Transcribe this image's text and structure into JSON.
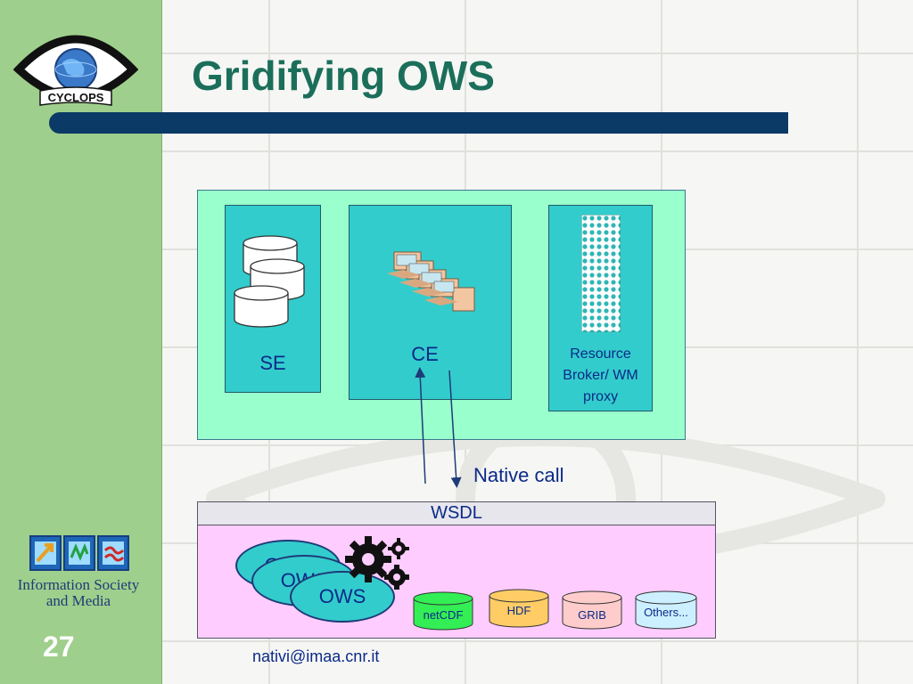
{
  "slide": {
    "title": "Gridifying OWS",
    "number": "27",
    "footer_email": "nativi@imaa.cnr.it",
    "logo_top_text": "CYCLOPS",
    "logo_bottom_line1": "Information Society",
    "logo_bottom_line2": "and Media"
  },
  "diagram": {
    "se_label": "SE",
    "ce_label": "CE",
    "rb_label_line1": "Resource",
    "rb_label_line2": "Broker/ WM",
    "rb_label_line3": "proxy",
    "native_call": "Native call",
    "wsdl": "WSDL",
    "ows_labels": [
      "OWS",
      "OWS",
      "OWS"
    ],
    "formats": [
      "netCDF",
      "HDF",
      "GRIB",
      "Others..."
    ]
  },
  "colors": {
    "title": "#1b6f5a",
    "sidebar": "#9fcf8c",
    "title_bar": "#0b3a66",
    "grid_box": "#99ffcc",
    "panel": "#33cccc",
    "ows_box": "#ffccff",
    "netcdf": "#33ee55",
    "hdf": "#ffcc66",
    "grib": "#ffcccc",
    "others": "#ccf0ff"
  }
}
